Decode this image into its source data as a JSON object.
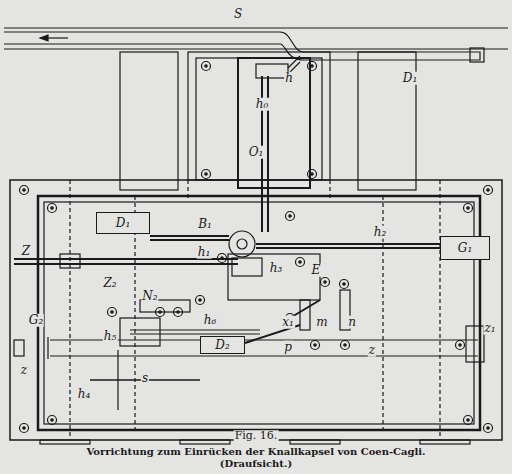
{
  "diagram": {
    "caption": "Vorrichtung zum Einrücken der Knallkapsel von Coen-Cagli. (Draufsicht.)",
    "nodes": [
      {
        "text": [
          "D₁"
        ]
      },
      {
        "text": [
          "G₁"
        ]
      },
      {
        "text": [
          "D₂"
        ]
      }
    ],
    "labels": [
      "S",
      "D₁",
      "h",
      "h₀",
      "O₁",
      "B₁",
      "h₁",
      "h₂",
      "Z",
      "Z₂",
      "h₃",
      "E",
      "N₂",
      "G₂",
      "h₆",
      "x₁",
      "m",
      "n",
      "h₅",
      "p",
      "z",
      "z",
      "z₁",
      "s",
      "h₄",
      "Fig. 16."
    ]
  }
}
